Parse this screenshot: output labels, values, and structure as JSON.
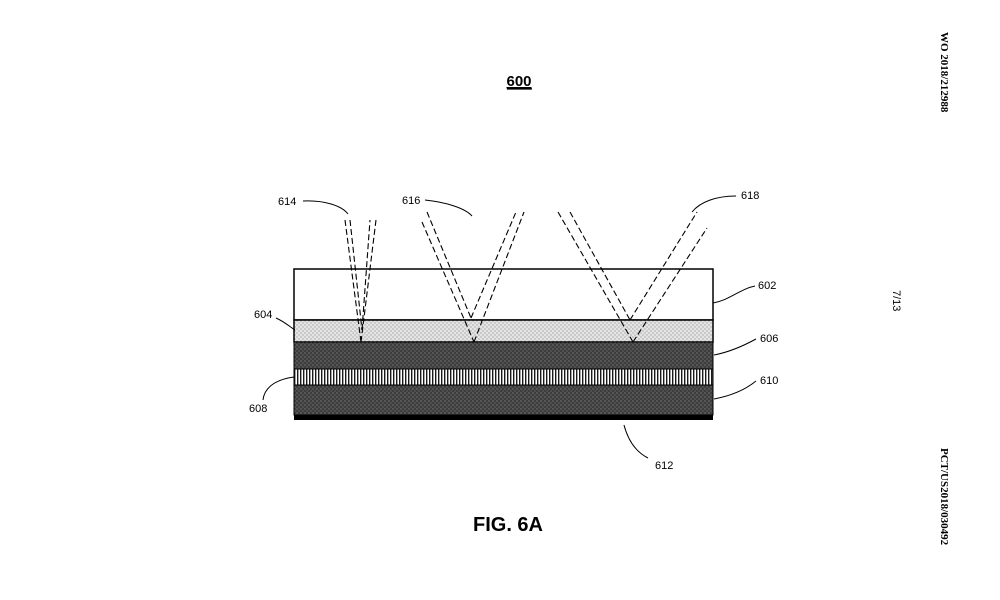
{
  "figure": {
    "number_label": "600",
    "caption": "FIG. 6A"
  },
  "margin_text": {
    "publication_number": "WO 2018/212988",
    "page": "7/13",
    "application_number": "PCT/US2018/030492"
  },
  "layers": [
    {
      "ref": "602",
      "fill_pattern": "white"
    },
    {
      "ref": "604",
      "fill_pattern": "light-stipple"
    },
    {
      "ref": "606",
      "fill_pattern": "dark-stipple"
    },
    {
      "ref": "608",
      "fill_pattern": "vertical-stripes"
    },
    {
      "ref": "610",
      "fill_pattern": "dark-stipple"
    },
    {
      "ref": "612",
      "fill_pattern": "solid-black"
    }
  ],
  "rays": [
    {
      "ref": "614"
    },
    {
      "ref": "616"
    },
    {
      "ref": "618"
    }
  ],
  "colors": {
    "line": "#000000",
    "light_layer": "#d9d9d9",
    "dark_layer": "#4a4a4a",
    "base_layer": "#000000"
  }
}
